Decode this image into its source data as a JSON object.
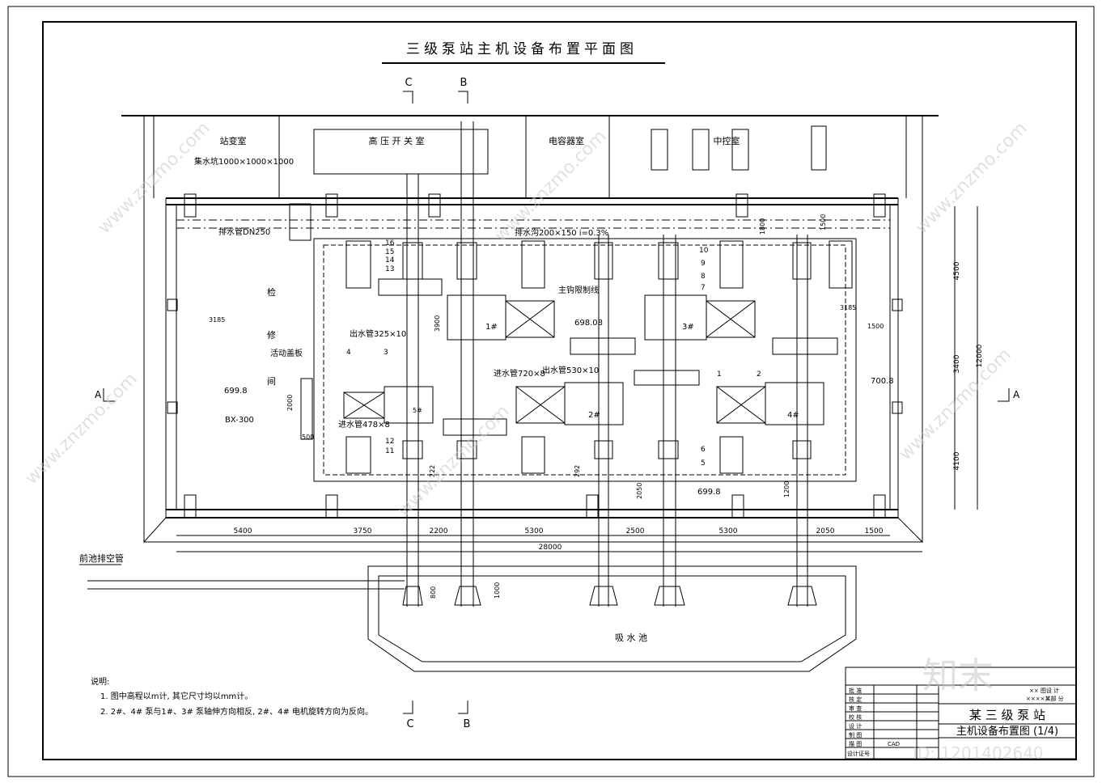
{
  "title": "三级泵站主机设备布置平面图",
  "section_marks": {
    "c": "C",
    "b": "B",
    "a": "A"
  },
  "rooms": {
    "station_transformer": "站变室",
    "hv_switch": "高 压 开 关 室",
    "capacitor": "电容器室",
    "control": "中控室"
  },
  "labels": {
    "sump": "集水坑1000×1000×1000",
    "drain_pipe": "排水管DN250",
    "drain_ditch": "排水沟200×150 i=0.3%",
    "main_hook": "主钩限制线",
    "outlet_pipe_325": "出水管325×10",
    "inlet_pipe_720": "进水管720×8",
    "outlet_pipe_530": "出水管530×10",
    "inlet_pipe_478": "进水管478×8",
    "movable_cover": "活动盖板",
    "repair_1": "检",
    "repair_2": "修",
    "repair_3": "间",
    "forebay_pipe": "前池排空管",
    "suction_pool": "吸 水 池",
    "cable_bx": "BX-300"
  },
  "elevations": {
    "e1": "698.08",
    "e2": "699.8",
    "e3": "700.8",
    "e4": "699.8"
  },
  "unit_numbers": [
    "1#",
    "2#",
    "3#",
    "4#"
  ],
  "part_numbers": [
    "1",
    "2",
    "3",
    "4",
    "5",
    "6",
    "7",
    "8",
    "9",
    "10",
    "11",
    "12",
    "13",
    "14",
    "15",
    "16"
  ],
  "dimensions": {
    "bottom": [
      "5400",
      "3750",
      "2200",
      "5300",
      "2500",
      "5300",
      "2050",
      "1500"
    ],
    "total": "28000",
    "right": [
      "4500",
      "3400",
      "4100",
      "12000"
    ],
    "misc": [
      "3185",
      "3185",
      "1500",
      "1800",
      "1500",
      "2000",
      "500",
      "3900",
      "2050",
      "1200",
      "222",
      "292",
      "800",
      "1000"
    ]
  },
  "notes": {
    "heading": "说明:",
    "line1": "1. 图中高程以m计, 其它尺寸均以mm计。",
    "line2": "2. 2#、4# 泵与1#、3# 泵轴伸方向相反, 2#、4# 电机旋转方向为反向。"
  },
  "title_block": {
    "row_labels": [
      "批 准",
      "核 定",
      "审 查",
      "校 核",
      "设 计",
      "制 图",
      "描 图",
      "设计证号"
    ],
    "cad": "CAD",
    "org_1": "×× 图设 计",
    "org_2": "××××某部 分",
    "project": "某 三 级 泵 站",
    "drawing": "主机设备布置图 (1/4)"
  },
  "watermark": {
    "site": "www.znzmo.com",
    "brand": "知末",
    "id": "ID: 1201402640"
  }
}
